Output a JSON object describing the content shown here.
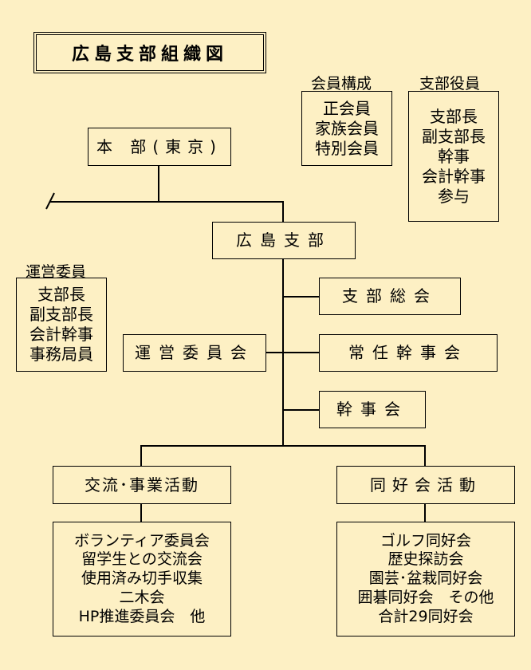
{
  "title": "広島支部組織図",
  "membership": {
    "caption": "会員構成",
    "items": [
      "正会員",
      "家族会員",
      "特別会員"
    ]
  },
  "officers": {
    "caption": "支部役員",
    "items": [
      "支部長",
      "副支部長",
      "幹事",
      "会計幹事",
      "参与"
    ]
  },
  "steering": {
    "caption": "運営委員",
    "items": [
      "支部長",
      "副支部長",
      "会計幹事",
      "事務局員"
    ]
  },
  "nodes": {
    "hq": "本 部(東京)",
    "branch": "広島支部",
    "general_meeting": "支部総会",
    "standing_committee": "常任幹事会",
    "steering_committee": "運営委員会",
    "executive_committee": "幹事会",
    "exchange": "交流･事業活動",
    "clubs": "同好会活動"
  },
  "exchange_activities": [
    "ボランティア委員会",
    "留学生との交流会",
    "使用済み切手収集",
    "二木会",
    "HP推進委員会　他"
  ],
  "club_activities": [
    "ゴルフ同好会",
    "歴史探訪会",
    "園芸･盆栽同好会",
    "囲碁同好会　その他",
    "合計29同好会"
  ]
}
